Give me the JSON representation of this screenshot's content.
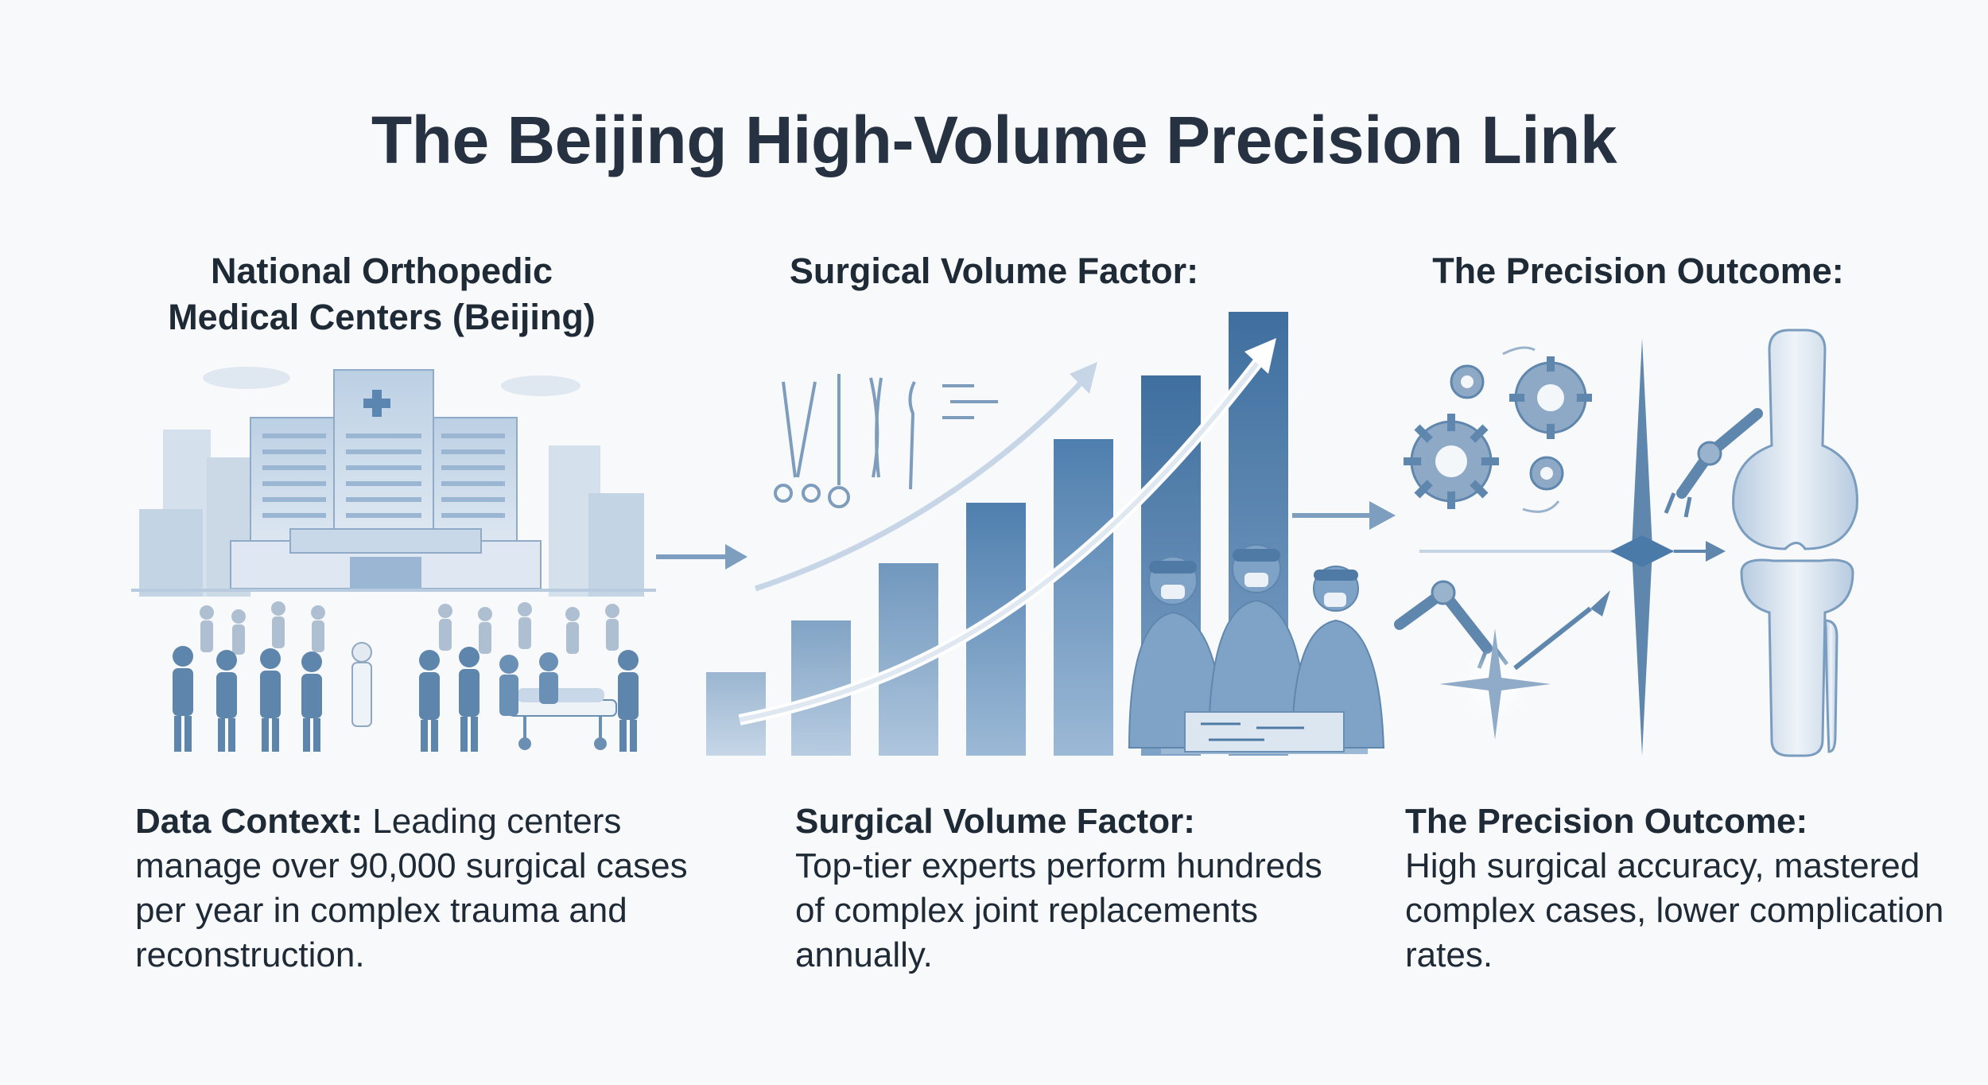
{
  "title": "The Beijing High-Volume Precision Link",
  "columns": [
    {
      "heading_line1": "National Orthopedic",
      "heading_line2": "Medical Centers (Beijing)",
      "icon": "hospital-crowd-illustration",
      "desc_label": "Data Context:",
      "desc_text": " Leading centers manage over 90,000 surgical cases per year in complex trauma and reconstruction."
    },
    {
      "heading": "Surgical Volume Factor:",
      "icon": "rising-bar-chart-surgeons-illustration",
      "desc_label": "Surgical Volume Factor:",
      "desc_text": "Top-tier experts perform hundreds of complex joint replacements annually."
    },
    {
      "heading": "The Precision Outcome:",
      "icon": "gears-robot-knee-joint-illustration",
      "desc_label": "The Precision Outcome:",
      "desc_text": "High surgical accuracy, mastered complex cases, lower complication rates."
    }
  ],
  "colors": {
    "title": "#263241",
    "accent_blue": "#4a7aa8",
    "light_blue": "#a9c1db",
    "text": "#1f2a37"
  }
}
